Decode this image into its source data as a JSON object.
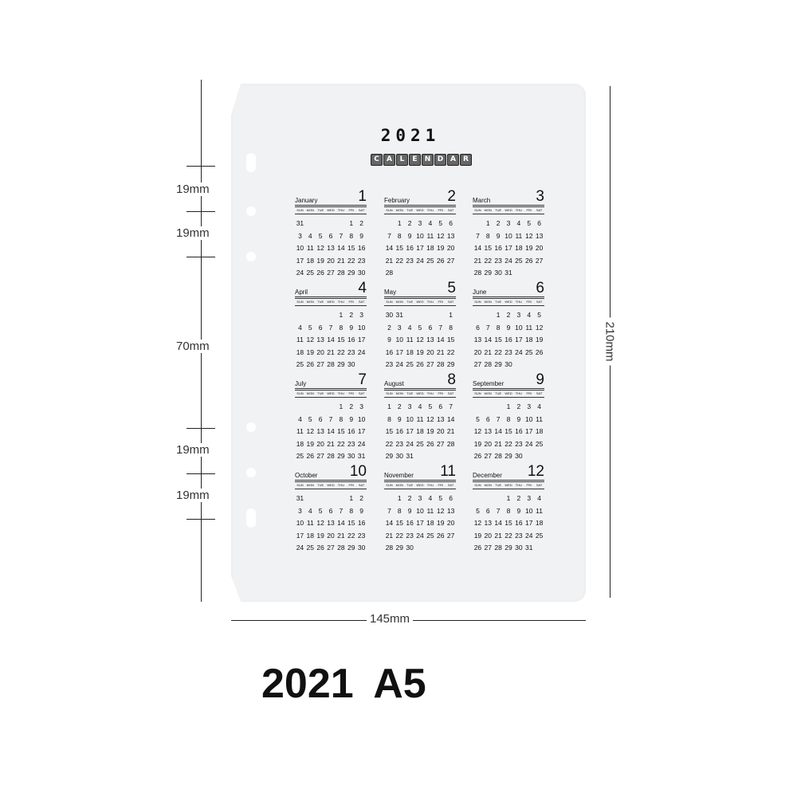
{
  "calendar": {
    "year": "2021",
    "label_letters": [
      "C",
      "A",
      "L",
      "E",
      "N",
      "D",
      "A",
      "R"
    ],
    "weekdays": [
      "SUN",
      "MON",
      "TUE",
      "WED",
      "THU",
      "FRI",
      "SAT"
    ],
    "months": [
      {
        "name": "January",
        "num": "1",
        "weeks": [
          [
            31,
            null,
            null,
            null,
            null,
            1,
            2
          ],
          [
            3,
            4,
            5,
            6,
            7,
            8,
            9
          ],
          [
            10,
            11,
            12,
            13,
            14,
            15,
            16
          ],
          [
            17,
            18,
            19,
            20,
            21,
            22,
            23
          ],
          [
            24,
            25,
            26,
            27,
            28,
            29,
            30
          ]
        ]
      },
      {
        "name": "February",
        "num": "2",
        "weeks": [
          [
            null,
            1,
            2,
            3,
            4,
            5,
            6
          ],
          [
            7,
            8,
            9,
            10,
            11,
            12,
            13
          ],
          [
            14,
            15,
            16,
            17,
            18,
            19,
            20
          ],
          [
            21,
            22,
            23,
            24,
            25,
            26,
            27
          ],
          [
            28
          ]
        ]
      },
      {
        "name": "March",
        "num": "3",
        "weeks": [
          [
            null,
            1,
            2,
            3,
            4,
            5,
            6
          ],
          [
            7,
            8,
            9,
            10,
            11,
            12,
            13
          ],
          [
            14,
            15,
            16,
            17,
            18,
            19,
            20
          ],
          [
            21,
            22,
            23,
            24,
            25,
            26,
            27
          ],
          [
            28,
            29,
            30,
            31
          ]
        ]
      },
      {
        "name": "April",
        "num": "4",
        "weeks": [
          [
            null,
            null,
            null,
            null,
            1,
            2,
            3
          ],
          [
            4,
            5,
            6,
            7,
            8,
            9,
            10
          ],
          [
            11,
            12,
            13,
            14,
            15,
            16,
            17
          ],
          [
            18,
            19,
            20,
            21,
            22,
            23,
            24
          ],
          [
            25,
            26,
            27,
            28,
            29,
            30
          ]
        ]
      },
      {
        "name": "May",
        "num": "5",
        "weeks": [
          [
            30,
            31,
            null,
            null,
            null,
            null,
            1
          ],
          [
            2,
            3,
            4,
            5,
            6,
            7,
            8
          ],
          [
            9,
            10,
            11,
            12,
            13,
            14,
            15
          ],
          [
            16,
            17,
            18,
            19,
            20,
            21,
            22
          ],
          [
            23,
            24,
            25,
            26,
            27,
            28,
            29
          ]
        ]
      },
      {
        "name": "June",
        "num": "6",
        "weeks": [
          [
            null,
            null,
            1,
            2,
            3,
            4,
            5
          ],
          [
            6,
            7,
            8,
            9,
            10,
            11,
            12
          ],
          [
            13,
            14,
            15,
            16,
            17,
            18,
            19
          ],
          [
            20,
            21,
            22,
            23,
            24,
            25,
            26
          ],
          [
            27,
            28,
            29,
            30
          ]
        ]
      },
      {
        "name": "July",
        "num": "7",
        "weeks": [
          [
            null,
            null,
            null,
            null,
            1,
            2,
            3
          ],
          [
            4,
            5,
            6,
            7,
            8,
            9,
            10
          ],
          [
            11,
            12,
            13,
            14,
            15,
            16,
            17
          ],
          [
            18,
            19,
            20,
            21,
            22,
            23,
            24
          ],
          [
            25,
            26,
            27,
            28,
            29,
            30,
            31
          ]
        ]
      },
      {
        "name": "August",
        "num": "8",
        "weeks": [
          [
            1,
            2,
            3,
            4,
            5,
            6,
            7
          ],
          [
            8,
            9,
            10,
            11,
            12,
            13,
            14
          ],
          [
            15,
            16,
            17,
            18,
            19,
            20,
            21
          ],
          [
            22,
            23,
            24,
            25,
            26,
            27,
            28
          ],
          [
            29,
            30,
            31
          ]
        ]
      },
      {
        "name": "September",
        "num": "9",
        "weeks": [
          [
            null,
            null,
            null,
            1,
            2,
            3,
            4
          ],
          [
            5,
            6,
            7,
            8,
            9,
            10,
            11
          ],
          [
            12,
            13,
            14,
            15,
            16,
            17,
            18
          ],
          [
            19,
            20,
            21,
            22,
            23,
            24,
            25
          ],
          [
            26,
            27,
            28,
            29,
            30
          ]
        ]
      },
      {
        "name": "October",
        "num": "10",
        "weeks": [
          [
            31,
            null,
            null,
            null,
            null,
            1,
            2
          ],
          [
            3,
            4,
            5,
            6,
            7,
            8,
            9
          ],
          [
            10,
            11,
            12,
            13,
            14,
            15,
            16
          ],
          [
            17,
            18,
            19,
            20,
            21,
            22,
            23
          ],
          [
            24,
            25,
            26,
            27,
            28,
            29,
            30
          ]
        ]
      },
      {
        "name": "November",
        "num": "11",
        "weeks": [
          [
            null,
            1,
            2,
            3,
            4,
            5,
            6
          ],
          [
            7,
            8,
            9,
            10,
            11,
            12,
            13
          ],
          [
            14,
            15,
            16,
            17,
            18,
            19,
            20
          ],
          [
            21,
            22,
            23,
            24,
            25,
            26,
            27
          ],
          [
            28,
            29,
            30
          ]
        ]
      },
      {
        "name": "December",
        "num": "12",
        "weeks": [
          [
            null,
            null,
            null,
            1,
            2,
            3,
            4
          ],
          [
            5,
            6,
            7,
            8,
            9,
            10,
            11
          ],
          [
            12,
            13,
            14,
            15,
            16,
            17,
            18
          ],
          [
            19,
            20,
            21,
            22,
            23,
            24,
            25
          ],
          [
            26,
            27,
            28,
            29,
            30,
            31
          ]
        ]
      }
    ]
  },
  "dimensions": {
    "left": [
      "19mm",
      "19mm",
      "70mm",
      "19mm",
      "19mm"
    ],
    "height": "210mm",
    "width": "145mm"
  },
  "caption": "2021 A5"
}
